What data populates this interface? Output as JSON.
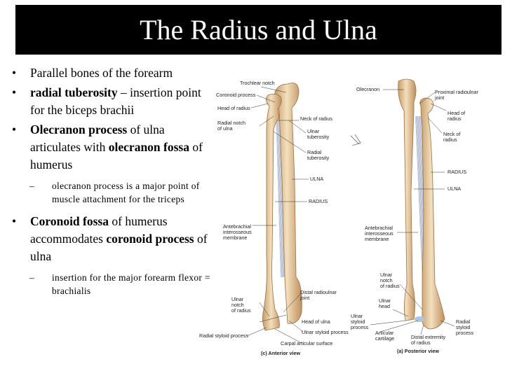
{
  "slide": {
    "title": "The Radius and Ulna",
    "bullets": [
      {
        "segments": [
          {
            "t": "Parallel bones of the forearm",
            "b": false
          }
        ],
        "subs": []
      },
      {
        "segments": [
          {
            "t": "radial tuberosity",
            "b": true
          },
          {
            "t": " – insertion point for the biceps brachii",
            "b": false
          }
        ],
        "subs": []
      },
      {
        "segments": [
          {
            "t": "Olecranon process",
            "b": true
          },
          {
            "t": " of ulna articulates with ",
            "b": false
          },
          {
            "t": "olecranon fossa",
            "b": true
          },
          {
            "t": " of humerus",
            "b": false
          }
        ],
        "subs": [
          "olecranon process is a major point of muscle attachment for the triceps"
        ]
      },
      {
        "segments": [
          {
            "t": "Coronoid fossa",
            "b": true
          },
          {
            "t": " of humerus accommodates ",
            "b": false
          },
          {
            "t": "coronoid process",
            "b": true
          },
          {
            "t": " of ulna",
            "b": false
          }
        ],
        "subs": [
          "insertion for the major forearm flexor = brachialis"
        ]
      }
    ],
    "bullet_char": "•",
    "dash_char": "–"
  },
  "figure": {
    "labels": {
      "trochlear_notch": "Trochlear notch",
      "coronoid_process": "Coronoid process",
      "head_of_radius_a": "Head of radius",
      "radial_notch": "Radial notch\nof ulna",
      "neck_of_radius_a": "Neck of radius",
      "ulnar_tuberosity": "Ulnar\ntuberosity",
      "radial_tuberosity": "Radial\ntuberosity",
      "ulna_a": "ULNA",
      "radius_a": "RADIUS",
      "interosseous_a": "Antebrachial\ninterosseous\nmembrane",
      "distal_radioulnar": "Distal radioulnar\njoint",
      "ulnar_notch_a": "Ulnar\nnotch\nof radius",
      "head_of_ulna": "Head of ulna",
      "ulnar_styloid_a": "Ulnar styloid process",
      "radial_styloid_a": "Radial styloid process",
      "carpal_surface": "Carpal articular surface",
      "anterior_view": "(c) Anterior view",
      "olecranon": "Olecranon",
      "proximal_radioulnar": "Proximal radioulnar\njoint",
      "head_of_radius_b": "Head of\nradius",
      "neck_of_radius_b": "Neck of\nradius",
      "radius_b": "RADIUS",
      "ulna_b": "ULNA",
      "interosseous_b": "Antebrachial\ninterosseous\nmembrane",
      "ulnar_notch_b": "Ulnar\nnotch\nof radius",
      "ulnar_head_b": "Ulnar\nhead",
      "ulnar_styloid_b": "Ulnar\nstyloid\nprocess",
      "articular_cartilage": "Articular\ncartilage",
      "distal_extremity": "Distal extremity\nof radius",
      "radial_styloid_b": "Radial\nstyloid\nprocess",
      "posterior_view": "(a) Posterior view"
    },
    "colors": {
      "bone": "#e9cfa3",
      "bone_shade": "#c79d6a",
      "membrane": "#b9c3d6",
      "cartilage": "#a9c7e0"
    }
  }
}
